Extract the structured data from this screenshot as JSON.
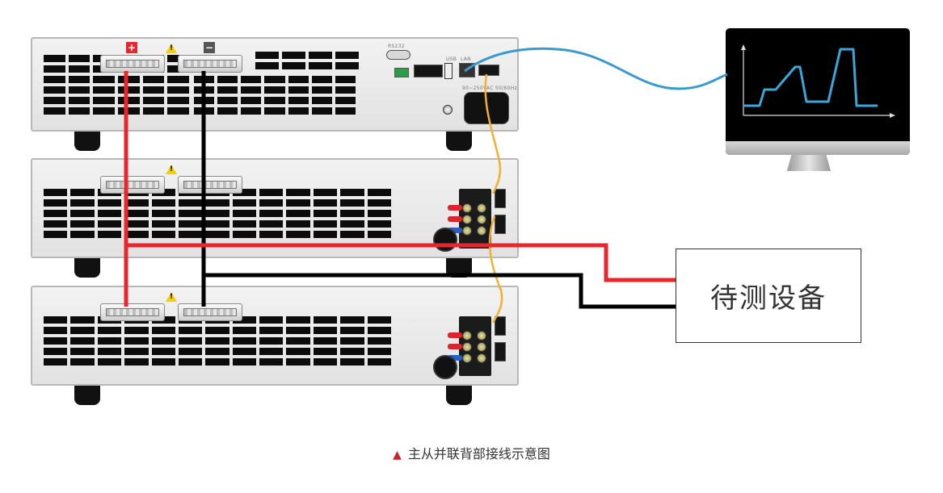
{
  "diagram": {
    "caption": {
      "marker_icon": "red-triangle",
      "text": "主从并联背部接线示意图"
    },
    "dut_box": {
      "label": "待测设备"
    },
    "units": [
      {
        "role": "master",
        "position": "top",
        "positive_label": "+",
        "negative_label": "−"
      },
      {
        "role": "slave",
        "position": "middle"
      },
      {
        "role": "slave",
        "position": "bottom"
      }
    ],
    "master_ports": {
      "rs232": "RS232",
      "usb": "USB",
      "lan": "LAN",
      "ac_input": "90~250VAC 50/60Hz"
    },
    "wires": [
      {
        "name": "positive-output",
        "color": "#e8262b",
        "from": "all units + terminal",
        "to": "待测设备"
      },
      {
        "name": "negative-output",
        "color": "#000000",
        "from": "all units − terminal",
        "to": "待测设备"
      },
      {
        "name": "parallel-link",
        "color": "#f0b030",
        "from": "master",
        "to": "slaves"
      },
      {
        "name": "lan-cable",
        "color": "#3a9ad0",
        "from": "master LAN",
        "to": "computer"
      }
    ],
    "monitor": {
      "waveform_color": "#3aa6dc",
      "waveform_shape": "stepped-pulse"
    }
  },
  "colors": {
    "positive": "#e8262b",
    "negative": "#000000",
    "link": "#f0b030",
    "lan": "#3a9ad0",
    "caption_marker": "#c8262b"
  }
}
